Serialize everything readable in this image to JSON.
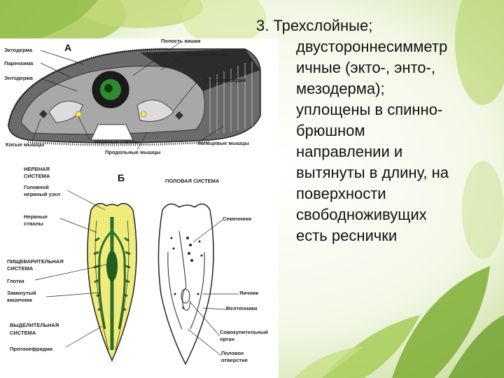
{
  "slide": {
    "text_first_line": "3. Трехслойные;",
    "text_body": "двустороннесимметр\nичные (экто-, энто-,\nмезодерма);\nуплощены в спинно-\nбрюшном\nнаправлении и\nвытянуты в длину, на\nповерхности\nсвободноживущих\nесть реснички"
  },
  "figure_a": {
    "letter": "А",
    "labels": {
      "ectoderm": "Эктодерма",
      "parenchyma": "Паренхима",
      "entoderm": "Энтодерма",
      "gut_cavity": "Полость кишки",
      "sex_cells": "Половые клетки",
      "protonephridia": "Протонефридий",
      "oblique_muscles": "Косые мышцы",
      "nerve_trunks": "Нервные стволы",
      "longitudinal_muscles": "Продольные мышцы",
      "ring_muscles": "Кольцевые мышцы"
    }
  },
  "figure_b": {
    "letter": "Б",
    "labels": {
      "nervous_system_1": "НЕРВНАЯ",
      "nervous_system_2": "СИСТЕМА",
      "head_ganglion_1": "Головной",
      "head_ganglion_2": "нервный узел",
      "nerve_trunks_1": "Нервные",
      "nerve_trunks_2": "стволы",
      "digestive_1": "ПИЩЕВАРИТЕЛЬНАЯ",
      "digestive_2": "СИСТЕМА",
      "pharynx": "Глотка",
      "closed_gut_1": "Замкнутый",
      "closed_gut_2": "кишечник",
      "excretory_1": "ВЫДЕЛИТЕЛЬНАЯ",
      "excretory_2": "СИСТЕМА",
      "protonephridia": "Протонефридии",
      "reproductive": "ПОЛОВАЯ СИСТЕМА",
      "testes": "Семенники",
      "ovary": "Яичник",
      "vitellaria": "Желточники",
      "copulatory_1": "Совокупительный",
      "copulatory_2": "орган",
      "genital_pore_1": "Половое",
      "genital_pore_2": "отверстие"
    }
  }
}
